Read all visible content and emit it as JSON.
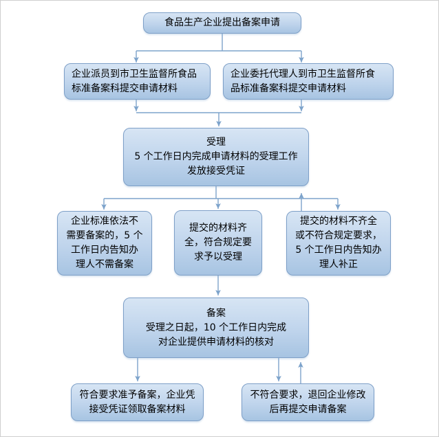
{
  "flowchart": {
    "nodes": {
      "apply": {
        "text": "食品生产企业提出备案申请"
      },
      "submit_in_person": {
        "text": "企业派员到市卫生监督所食品\n标准备案科提交申请材料"
      },
      "submit_by_agent": {
        "text": "企业委托代理人到市卫生监督所食\n品标准备案科提交申请材料"
      },
      "acceptance": {
        "text": "受理\n5 个工作日内完成申请材料的受理工作\n发放接受凭证"
      },
      "no_filing_needed": {
        "text": "企业标准依法不\n需要备案的，5 个\n工作日内告知办\n理人不需备案"
      },
      "materials_complete": {
        "text": "提交的材料齐\n全，符合规定要\n求予以受理"
      },
      "materials_incomplete": {
        "text": "提交的材料不齐全\n或不符合规定要求，\n5 个工作日内告知办\n理人补正"
      },
      "filing": {
        "text": "备案\n受理之日起，10 个工作日内完成\n对企业提供申请材料的核对"
      },
      "approved": {
        "text": "符合要求准予备案，企业凭\n接受凭证领取备案材料"
      },
      "rejected": {
        "text": "不符合要求，退回企业修改\n后再提交申请备案"
      }
    },
    "colors": {
      "box_fill_top": "#d7e5f4",
      "box_fill_mid": "#bfd4ec",
      "box_fill_bottom": "#a7c4e2",
      "box_border": "#7d9fc7",
      "connector": "#7da3cb",
      "text": "#000000",
      "background": "#ffffff",
      "frame": "#cfcfcf"
    }
  }
}
